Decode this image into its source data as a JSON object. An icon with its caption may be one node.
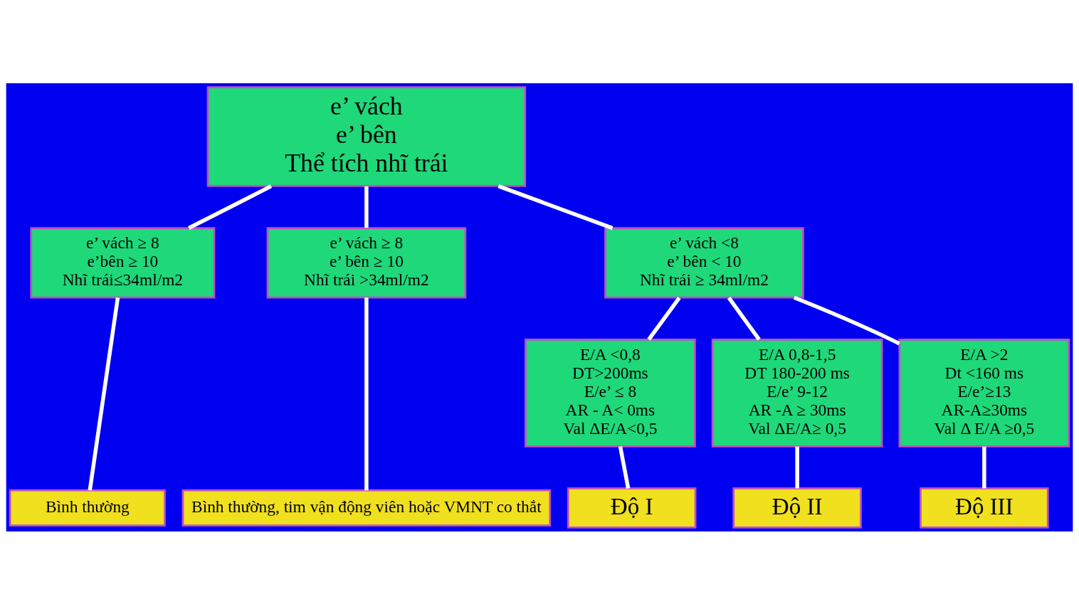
{
  "diagram": {
    "nodes": [
      {
        "text": [
          "e’ vách",
          "e’ bên",
          "Thể tích nhĩ trái"
        ]
      },
      {
        "text": [
          "e’ vách ≥ 8",
          "e’bên ≥ 10",
          "Nhĩ trái≤34ml/m2"
        ]
      },
      {
        "text": [
          "e’ vách ≥ 8",
          "e’ bên ≥ 10",
          "Nhĩ trái >34ml/m2"
        ]
      },
      {
        "text": [
          "e’ vách <8",
          "e’ bên < 10",
          "Nhĩ trái ≥ 34ml/m2"
        ]
      },
      {
        "text": [
          "E/A <0,8",
          "DT>200ms",
          "E/e’ ≤ 8",
          "AR - A< 0ms",
          "Val ΔE/A<0,5"
        ]
      },
      {
        "text": [
          "E/A 0,8-1,5",
          "DT 180-200 ms",
          "E/e’ 9-12",
          "AR -A ≥ 30ms",
          "Val ΔE/A≥ 0,5"
        ]
      },
      {
        "text": [
          "E/A >2",
          "Dt <160 ms",
          "E/e’≥13",
          "AR-A≥30ms",
          "Val Δ E/A ≥0,5"
        ]
      },
      {
        "text": [
          "Bình thường"
        ]
      },
      {
        "text": [
          "Bình thường, tim vận động viên hoặc VMNT co thắt"
        ]
      },
      {
        "text": [
          "Độ I"
        ]
      },
      {
        "text": [
          "Độ II"
        ]
      },
      {
        "text": [
          "Độ III"
        ]
      }
    ],
    "edges": [
      {
        "from": 0,
        "to": 1,
        "arrow": "none"
      },
      {
        "from": 0,
        "to": 2,
        "arrow": "none"
      },
      {
        "from": 0,
        "to": 3,
        "arrow": "none"
      },
      {
        "from": 1,
        "to": 7,
        "arrow": "none"
      },
      {
        "from": 2,
        "to": 8,
        "arrow": "none"
      },
      {
        "from": 3,
        "to": 4,
        "arrow": "none"
      },
      {
        "from": 3,
        "to": 5,
        "arrow": "none"
      },
      {
        "from": 3,
        "to": 6,
        "arrow": "none"
      },
      {
        "from": 4,
        "to": 9,
        "arrow": "none"
      },
      {
        "from": 5,
        "to": 10,
        "arrow": "none"
      },
      {
        "from": 6,
        "to": 11,
        "arrow": "none"
      }
    ]
  }
}
